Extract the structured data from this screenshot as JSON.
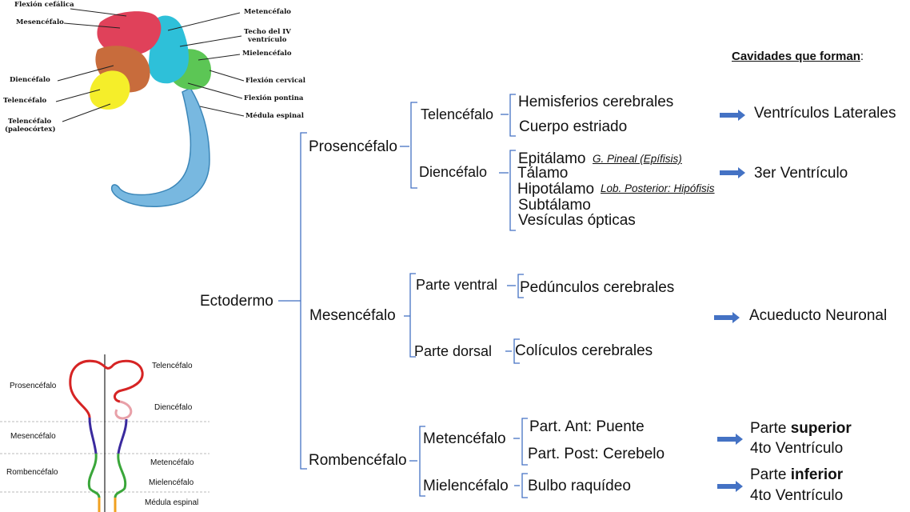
{
  "header": {
    "cavidades_title": "Cavidades que forman",
    "cavidades_colon": ":"
  },
  "colors": {
    "bracket": "#4472c4",
    "arrow": "#4472c4",
    "brain_red": "#e0415a",
    "brain_cyan": "#2ec0d9",
    "brain_green": "#5cc655",
    "brain_brown": "#c86c3c",
    "brain_yellow": "#f5ee2a",
    "brain_blue": "#78b8e0"
  },
  "tree": {
    "root": "Ectodermo",
    "prosencefalo": {
      "label": "Prosencéfalo",
      "telencefalo": {
        "label": "Telencéfalo",
        "items": [
          "Hemisferios cerebrales",
          "Cuerpo estriado"
        ]
      },
      "diencefalo": {
        "label": "Diencéfalo",
        "items": [
          "Epitálamo",
          "Tálamo",
          "Hipotálamo",
          "Subtálamo",
          "Vesículas ópticas"
        ],
        "notes": {
          "epitalamo": "G. Pineal (Epífisis)",
          "hipotalamo": "Lob. Posterior: Hipófisis"
        }
      }
    },
    "mesencefalo": {
      "label": "Mesencéfalo",
      "ventral": {
        "label": "Parte ventral",
        "item": "Pedúnculos cerebrales"
      },
      "dorsal": {
        "label": "Parte dorsal",
        "item": "Colículos cerebrales"
      }
    },
    "rombencefalo": {
      "label": "Rombencéfalo",
      "metencefalo": {
        "label": "Metencéfalo",
        "items": [
          "Part. Ant: Puente",
          "Part. Post: Cerebelo"
        ]
      },
      "mielencefalo": {
        "label": "Mielencéfalo",
        "item": "Bulbo raquídeo"
      }
    }
  },
  "cavities": {
    "laterales": "Ventrículos Laterales",
    "tercer": "3er Ventrículo",
    "acueducto": "Acueducto Neuronal",
    "superior": {
      "pre": "Parte ",
      "bold": "superior",
      "line2": "4to Ventrículo"
    },
    "inferior": {
      "pre": "Parte ",
      "bold": "inferior",
      "line2": "4to Ventrículo"
    }
  },
  "embryo_labels": [
    "Flexión cefálica",
    "Mesencéfalo",
    "Diencéfalo",
    "Telencéfalo",
    "Telencéfalo",
    "(paleocórtex)",
    "Metencéfalo",
    "Techo del IV",
    "ventrículo",
    "Mielencéfalo",
    "Flexión cervical",
    "Flexión pontina",
    "Médula espinal"
  ],
  "tube_labels": {
    "left": [
      "Prosencéfalo",
      "Mesencéfalo",
      "Rombencéfalo"
    ],
    "right": [
      "Telencéfalo",
      "Diencéfalo",
      "Metencéfalo",
      "Mielencéfalo",
      "Médula espinal"
    ]
  }
}
